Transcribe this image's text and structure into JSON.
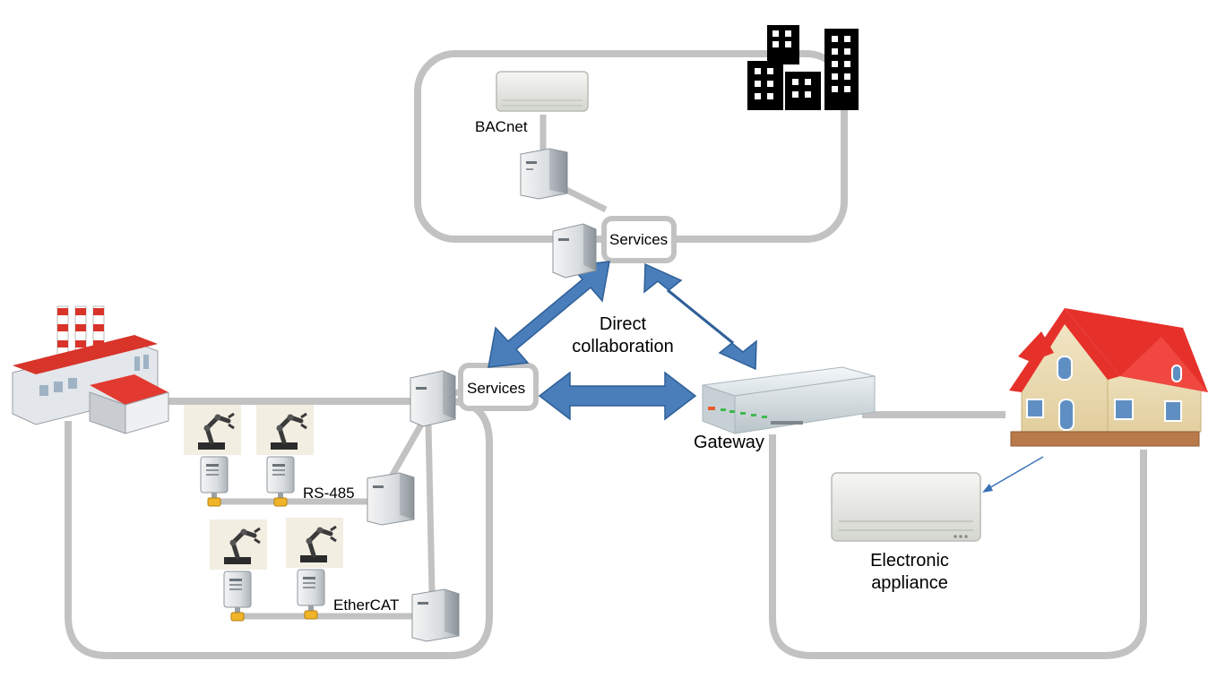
{
  "labels": {
    "bacnet": "BACnet",
    "services_top": "Services",
    "services_left": "Services",
    "direct_collaboration_line1": "Direct",
    "direct_collaboration_line2": "collaboration",
    "gateway": "Gateway",
    "rs485": "RS-485",
    "ethercat": "EtherCAT",
    "electronic_appliance_line1": "Electronic",
    "electronic_appliance_line2": "appliance"
  },
  "colors": {
    "network_line": "#c2c2c2",
    "arrow_fill": "#4a7ebb",
    "arrow_stroke": "#2f5f97",
    "building_black": "#000000",
    "roof_red": "#e63a2e",
    "pointer_line": "#3a72b8"
  },
  "icons": [
    "office-buildings-icon",
    "factory-icon",
    "house-icon",
    "air-conditioner-icon",
    "server-icon",
    "gateway-router-icon",
    "robot-arm-icon",
    "workstation-icon"
  ]
}
